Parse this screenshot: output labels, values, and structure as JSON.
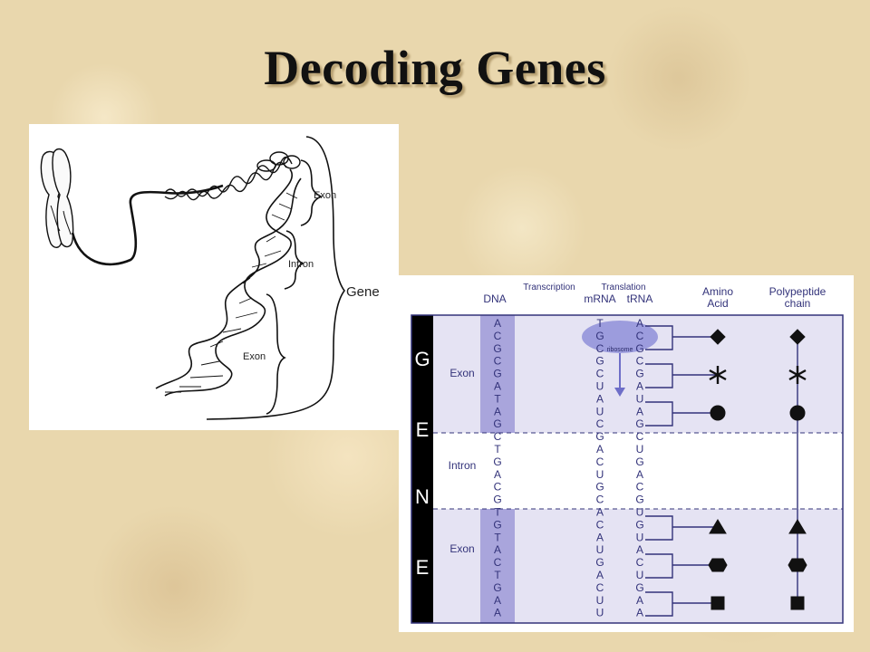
{
  "title": "Decoding Genes",
  "helix_figure": {
    "labels": {
      "exon_top": "Exon",
      "intron": "Intron",
      "exon_bottom": "Exon",
      "gene": "Gene"
    }
  },
  "table_figure": {
    "headers": {
      "dna": "DNA",
      "transcription": "Transcription",
      "translation": "Translation",
      "mrna": "mRNA",
      "trna": "tRNA",
      "amino_acid": [
        "Amino",
        "Acid"
      ],
      "polypeptide": [
        "Polypeptide",
        "chain"
      ]
    },
    "gene_letters": [
      "G",
      "E",
      "N",
      "E"
    ],
    "regions": [
      "Exon",
      "Intron",
      "Exon"
    ],
    "ribosome_label": "ribosome",
    "dna": [
      "A",
      "C",
      "G",
      "C",
      "G",
      "A",
      "T",
      "A",
      "G",
      "C",
      "T",
      "G",
      "A",
      "C",
      "G",
      "T",
      "G",
      "T",
      "A",
      "C",
      "T",
      "G",
      "A",
      "A"
    ],
    "mrna": [
      "T",
      "G",
      "C",
      "G",
      "C",
      "U",
      "A",
      "U",
      "C",
      "G",
      "A",
      "C",
      "U",
      "G",
      "C",
      "A",
      "C",
      "A",
      "U",
      "G",
      "A",
      "C",
      "U",
      "U"
    ],
    "trna": [
      "A",
      "C",
      "G",
      "C",
      "G",
      "A",
      "U",
      "A",
      "G",
      "C",
      "U",
      "G",
      "A",
      "C",
      "G",
      "U",
      "G",
      "U",
      "A",
      "C",
      "U",
      "G",
      "A",
      "A"
    ],
    "amino_acids": [
      "diamond",
      "asterisk",
      "circle",
      "triangle",
      "hexagon",
      "square"
    ]
  },
  "colors": {
    "diagram_blue": "#33337a",
    "highlight_band": "#a9a5dc",
    "panel_tint": "#e5e3f3",
    "ribosome": "#8f8fd8",
    "gene_bar": "#000000"
  }
}
